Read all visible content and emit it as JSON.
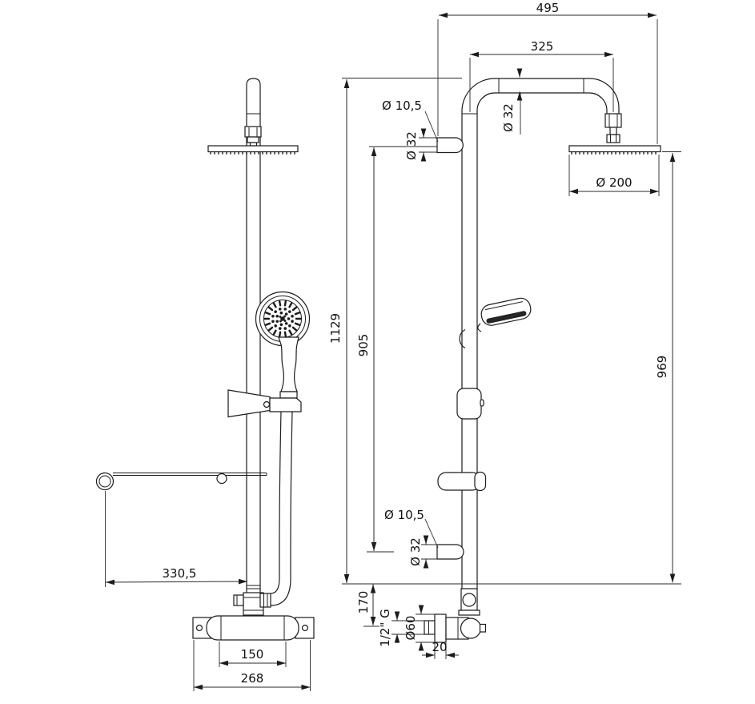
{
  "drawing": {
    "title": "shower-column-technical-drawing",
    "views": {
      "left": "side-view",
      "right": "front-view"
    },
    "colors": {
      "line": "#1c1c1c",
      "background": "#ffffff"
    },
    "dimensions": {
      "overall_reach": "495",
      "arm_offset": "325",
      "hole_upper": "Ø 10,5",
      "bracket_upper_diameter": "Ø 32",
      "arm_tube_diameter": "Ø 32",
      "head_diameter": "Ø 200",
      "total_height": "1129",
      "bracket_span": "905",
      "head_height": "969",
      "dish_reach": "330,5",
      "lower_offset": "170",
      "hole_lower": "Ø 10,5",
      "bracket_lower_diameter": "Ø 32",
      "thread_size": "1/2\" G",
      "flange_diameter": "Ø60",
      "flange_depth": "20",
      "inlet_spacing": "150",
      "mixer_width": "268"
    }
  }
}
